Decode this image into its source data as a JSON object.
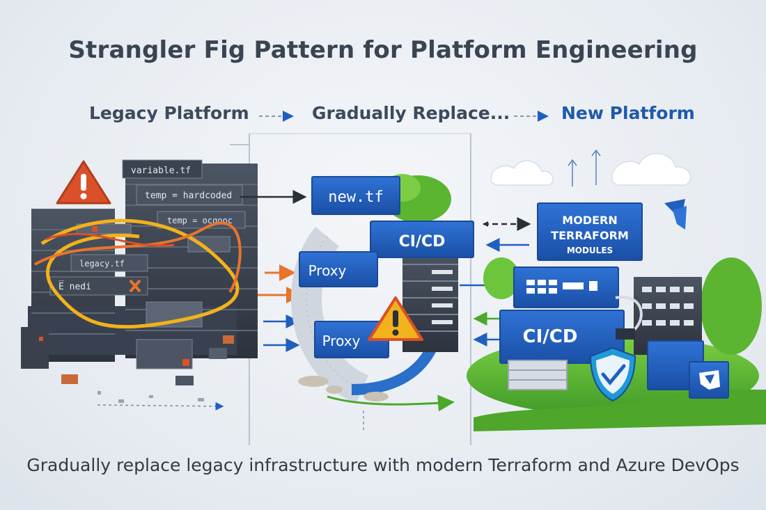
{
  "title": "Strangler Fig Pattern for Platform Engineering",
  "columns": {
    "legacy": "Legacy Platform",
    "transition": "Gradually Replace...",
    "new": "New Platform"
  },
  "legacy_stack": {
    "labels": [
      "variable.tf",
      "temp = hardcoded",
      "temp = ocqooc",
      "legacy.tf",
      "E̅ nedi"
    ]
  },
  "transition": {
    "new_tf": "new.tf",
    "cicd": "CI/CD",
    "proxy_top": "Proxy",
    "proxy_bottom": "Proxy"
  },
  "new_platform": {
    "modules_line1": "MODERN",
    "modules_line2": "TERRAFORM",
    "modules_line3": "MODULES",
    "cicd": "CI/CD"
  },
  "caption": "Gradually replace legacy infrastructure with modern Terraform and Azure DevOps",
  "colors": {
    "accent_blue": "#1f5fbf",
    "warning_red": "#d9502a",
    "warning_yellow": "#f2b21b",
    "orange_arrow": "#e8742c",
    "legacy_dark": "#3b4350",
    "grass_green": "#5cb531"
  }
}
